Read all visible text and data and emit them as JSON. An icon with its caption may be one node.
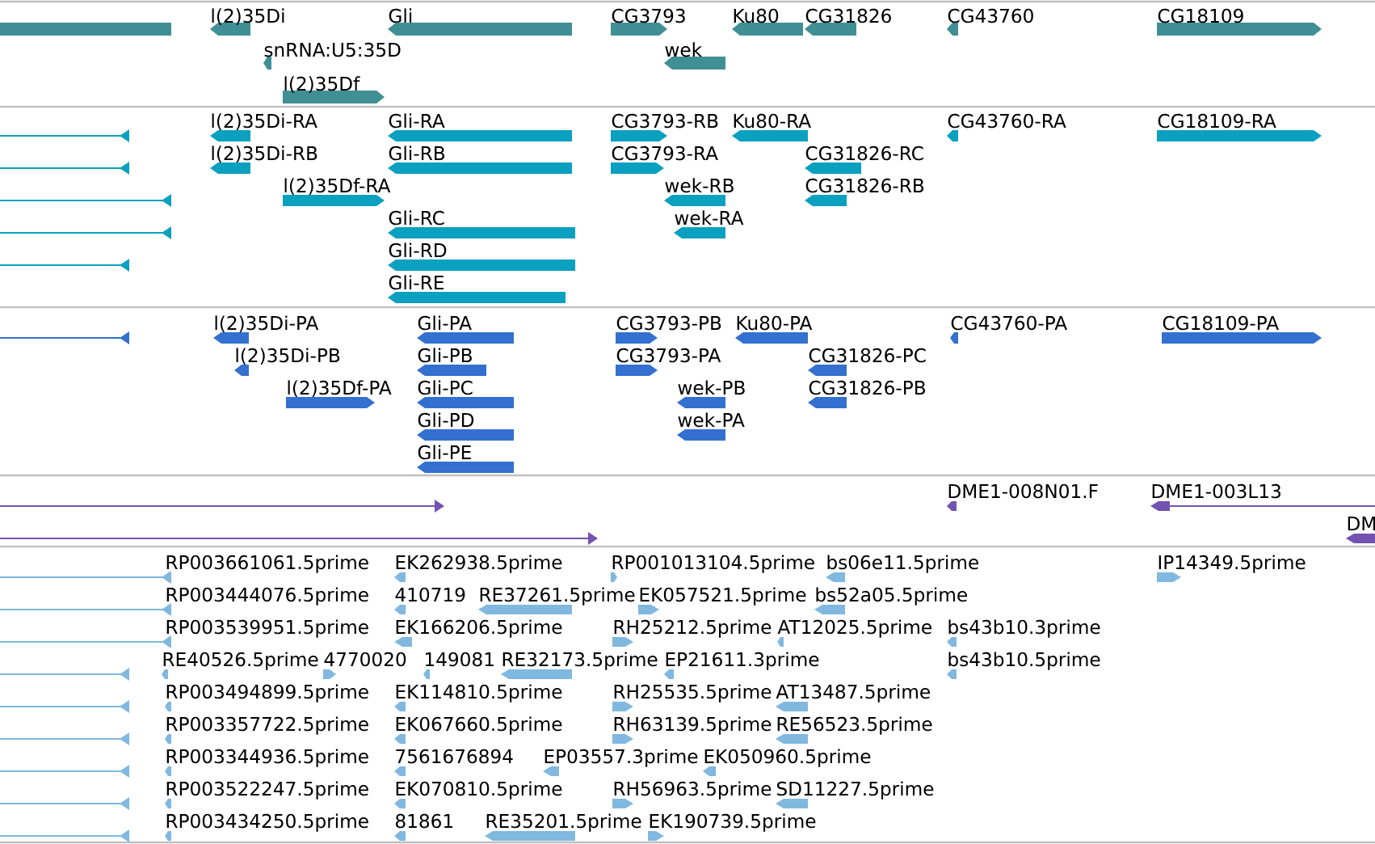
{
  "diagram": {
    "labels": [
      "l(2)35Di",
      "Gli",
      "CG3793",
      "Ku80",
      "CG31826",
      "CG43760",
      "CG18109",
      "snRNA:U5:35D",
      "wek",
      "l(2)35Df",
      "l(2)35Di-RA",
      "Gli-RA",
      "CG3793-RB",
      "Ku80-RA",
      "CG43760-RA",
      "CG18109-RA",
      "l(2)35Di-RB",
      "Gli-RB",
      "CG3793-RA",
      "CG31826-RC",
      "l(2)35Df-RA",
      "wek-RB",
      "CG31826-RB",
      "Gli-RC",
      "wek-RA",
      "Gli-RD",
      "Gli-RE",
      "l(2)35Di-PA",
      "Gli-PA",
      "CG3793-PB",
      "Ku80-PA",
      "CG43760-PA",
      "CG18109-PA",
      "l(2)35Di-PB",
      "Gli-PB",
      "CG3793-PA",
      "CG31826-PC",
      "l(2)35Df-PA",
      "Gli-PC",
      "wek-PB",
      "CG31826-PB",
      "Gli-PD",
      "wek-PA",
      "Gli-PE",
      "DME1-008N01.F",
      "DME1-003L13",
      "DM",
      "RP003661061.5prime",
      "EK262938.5prime",
      "RP001013104.5prime",
      "bs06e11.5prime",
      "IP14349.5prime",
      "RP003444076.5prime",
      "410719",
      "RE37261.5prime",
      "EK057521.5prime",
      "bs52a05.5prime",
      "RP003539951.5prime",
      "EK166206.5prime",
      "RH25212.5prime",
      "AT12025.5prime",
      "bs43b10.3prime",
      "RE40526.5prime",
      "4770020",
      "149081",
      "RE32173.5prime",
      "EP21611.3prime",
      "bs43b10.5prime",
      "RP003494899.5prime",
      "EK114810.5prime",
      "RH25535.5prime",
      "AT13487.5prime",
      "RP003357722.5prime",
      "EK067660.5prime",
      "RH63139.5prime",
      "RE56523.5prime",
      "RP003344936.5prime",
      "7561676894",
      "EP03557.3prime",
      "EK050960.5prime",
      "RP003522247.5prime",
      "EK070810.5prime",
      "RH56963.5prime",
      "SD11227.5prime",
      "RP003434250.5prime",
      "81861",
      "RE35201.5prime",
      "EK190739.5prime"
    ]
  }
}
